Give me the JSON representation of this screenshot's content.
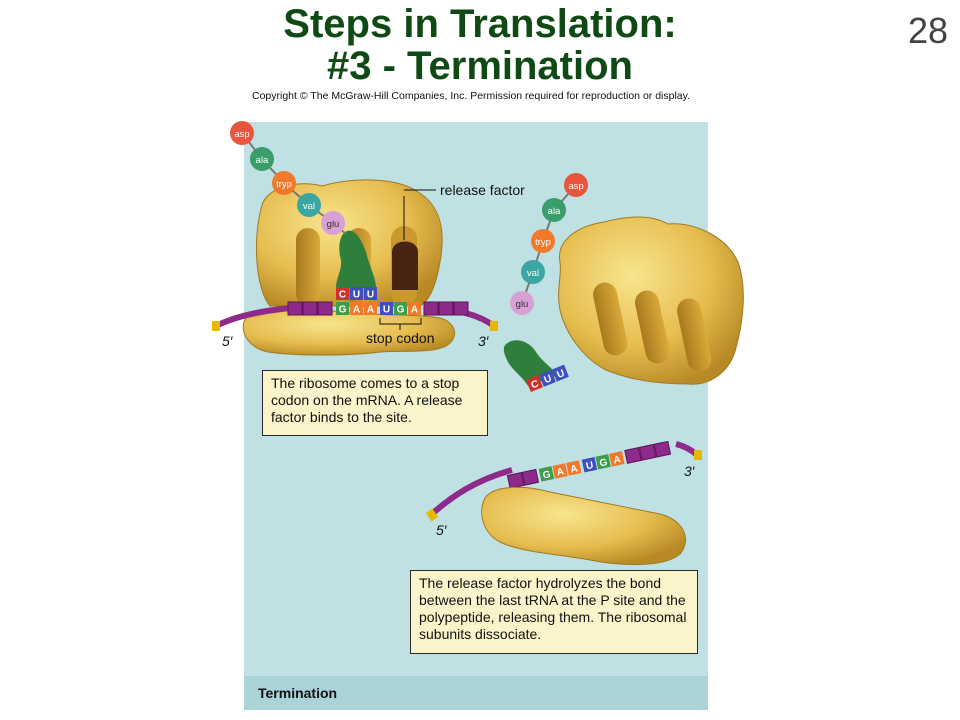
{
  "slide": {
    "title_line1": "Steps in Translation:",
    "title_line2": "#3 - Termination",
    "number": "28",
    "copyright": "Copyright © The McGraw-Hill Companies, Inc. Permission required for reproduction or display."
  },
  "diagram": {
    "panel_label": "Termination",
    "amino_acids_top": [
      "asp",
      "ala",
      "tryp",
      "val",
      "glu"
    ],
    "amino_acids_released": [
      "asp",
      "ala",
      "tryp",
      "val",
      "glu"
    ],
    "trna_anticodon": [
      "C",
      "U",
      "U"
    ],
    "codons_top": [
      "G",
      "A",
      "A",
      "U",
      "G",
      "A"
    ],
    "codons_bottom": [
      "G",
      "A",
      "A",
      "U",
      "G",
      "A"
    ],
    "released_trna_anticodon": [
      "C",
      "U",
      "U"
    ],
    "labels": {
      "release_factor": "release factor",
      "stop_codon": "stop codon",
      "five_prime_top": "5′",
      "three_prime_top": "3′",
      "five_prime_bottom": "5′",
      "three_prime_bottom": "3′"
    },
    "captions": {
      "step1": "The ribosome comes to a stop codon on the mRNA. A release factor binds to the site.",
      "step2": "The release factor hydrolyzes the bond between the last tRNA at the P site and the polypeptide, releasing them. The ribosomal subunits dissociate."
    },
    "colors": {
      "asp": "#e8553c",
      "ala": "#3a9e6b",
      "tryp": "#f07a2a",
      "val": "#3aa7a3",
      "glu": "#d9a0d6",
      "ribosome": "#e9c459",
      "mrna": "#8e2a8a",
      "trna": "#2f7f3c",
      "release_factor": "#4a2412",
      "base_G": "#3a9e4a",
      "base_A": "#f07a2a",
      "base_U": "#3f4fbf",
      "base_C": "#d0312d"
    }
  }
}
